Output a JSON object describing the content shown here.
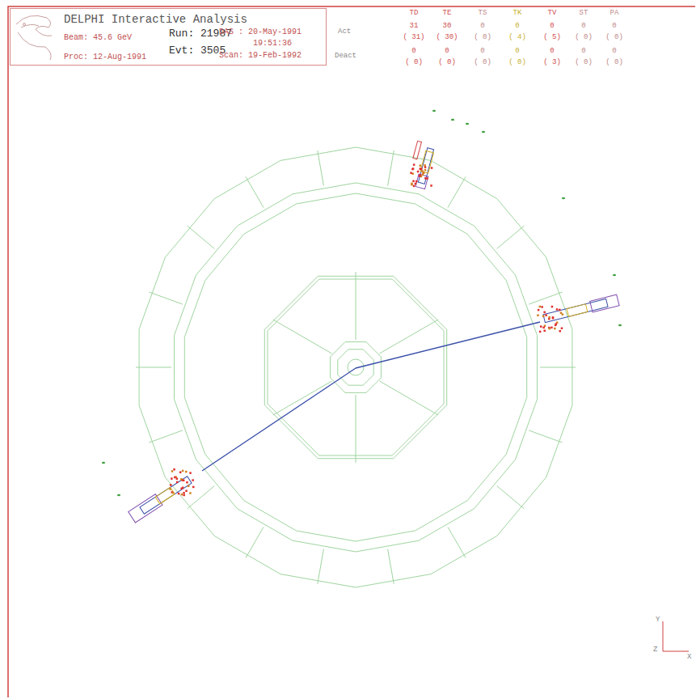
{
  "diagram": {
    "nodes": [
      {
        "text": [
          "DELPHI Interactive Analysis",
          "Beam: 45.6 GeV",
          "Run: 21987",
          "Evt: 3505",
          "Proc: 12-Aug-1991",
          "DAS : 20-May-1991",
          "19:51:36",
          "Scan: 19-Feb-1992"
        ]
      }
    ],
    "labels": [
      "TD",
      "TE",
      "TS",
      "TK",
      "TV",
      "ST",
      "PA",
      "Act",
      "31",
      "30",
      "0",
      "0",
      "0",
      "0",
      "0",
      "( 31)",
      "( 30)",
      "( 0)",
      "( 4)",
      "( 5)",
      "( 0)",
      "( 0)",
      "Deact",
      "0",
      "0",
      "0",
      "0",
      "0",
      "0",
      "0",
      "( 0)",
      "( 0)",
      "( 0)",
      "( 0)",
      "( 3)",
      "( 0)",
      "( 0)",
      "Y",
      "Z",
      "X"
    ]
  }
}
